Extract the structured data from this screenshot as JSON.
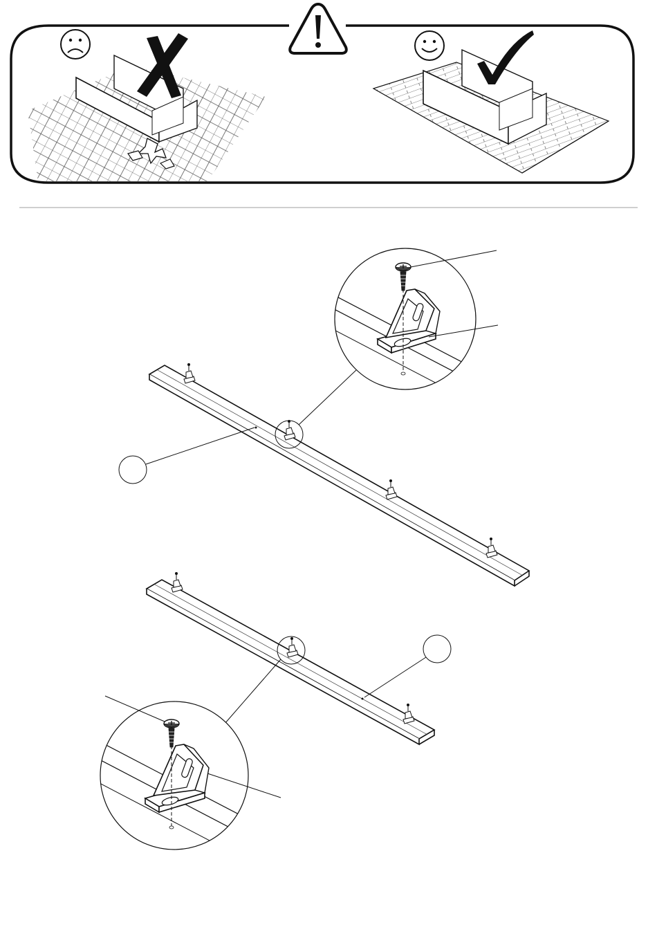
{
  "page": {
    "background": "#ffffff",
    "ink": "#111111",
    "divider_color": "#bfbfbf"
  },
  "warning_panel": {
    "icons": [
      "warning-triangle-icon",
      "sad-face-icon",
      "cross-mark-icon",
      "happy-face-icon",
      "check-mark-icon"
    ],
    "wrong_example": "assembly-on-hard-tile-floor",
    "right_example": "assembly-on-soft-carpet"
  },
  "assembly_step": {
    "boards": 2,
    "brackets_per_board": [
      4,
      3
    ],
    "detail_callouts": [
      "zoom-bracket-with-screw-top",
      "zoom-bracket-with-screw-bottom"
    ]
  }
}
